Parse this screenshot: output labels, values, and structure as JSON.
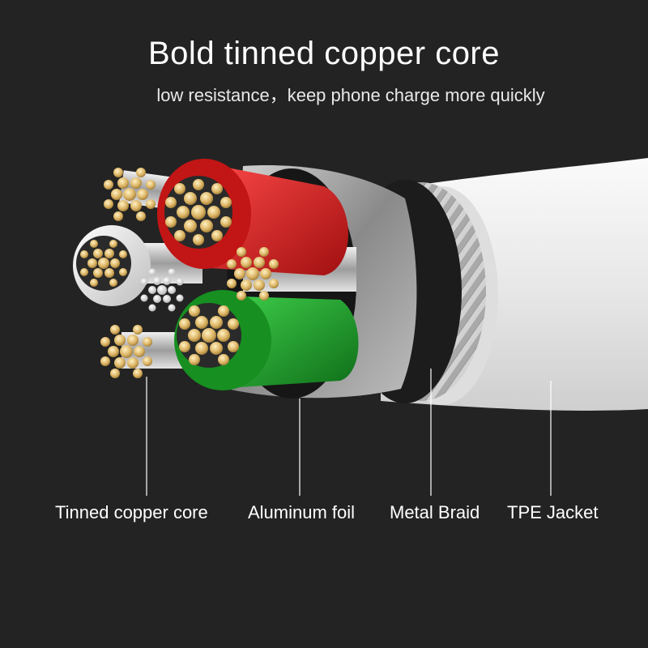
{
  "heading": {
    "title": "Bold tinned copper core",
    "subtitle": "low resistance，keep phone charge more quickly"
  },
  "callouts": [
    {
      "label": "Tinned copper core"
    },
    {
      "label": "Aluminum foil"
    },
    {
      "label": "Metal Braid"
    },
    {
      "label": "TPE Jacket"
    }
  ],
  "colors": {
    "background": "#232323",
    "jacket": "#f2f2f2",
    "braid": "#b9b9b9",
    "foil": "#9a9a9a",
    "copper": "#d8b463",
    "wire_red": "#d21f1f",
    "wire_green": "#1f9a2a",
    "wire_white": "#e6e6e6"
  }
}
